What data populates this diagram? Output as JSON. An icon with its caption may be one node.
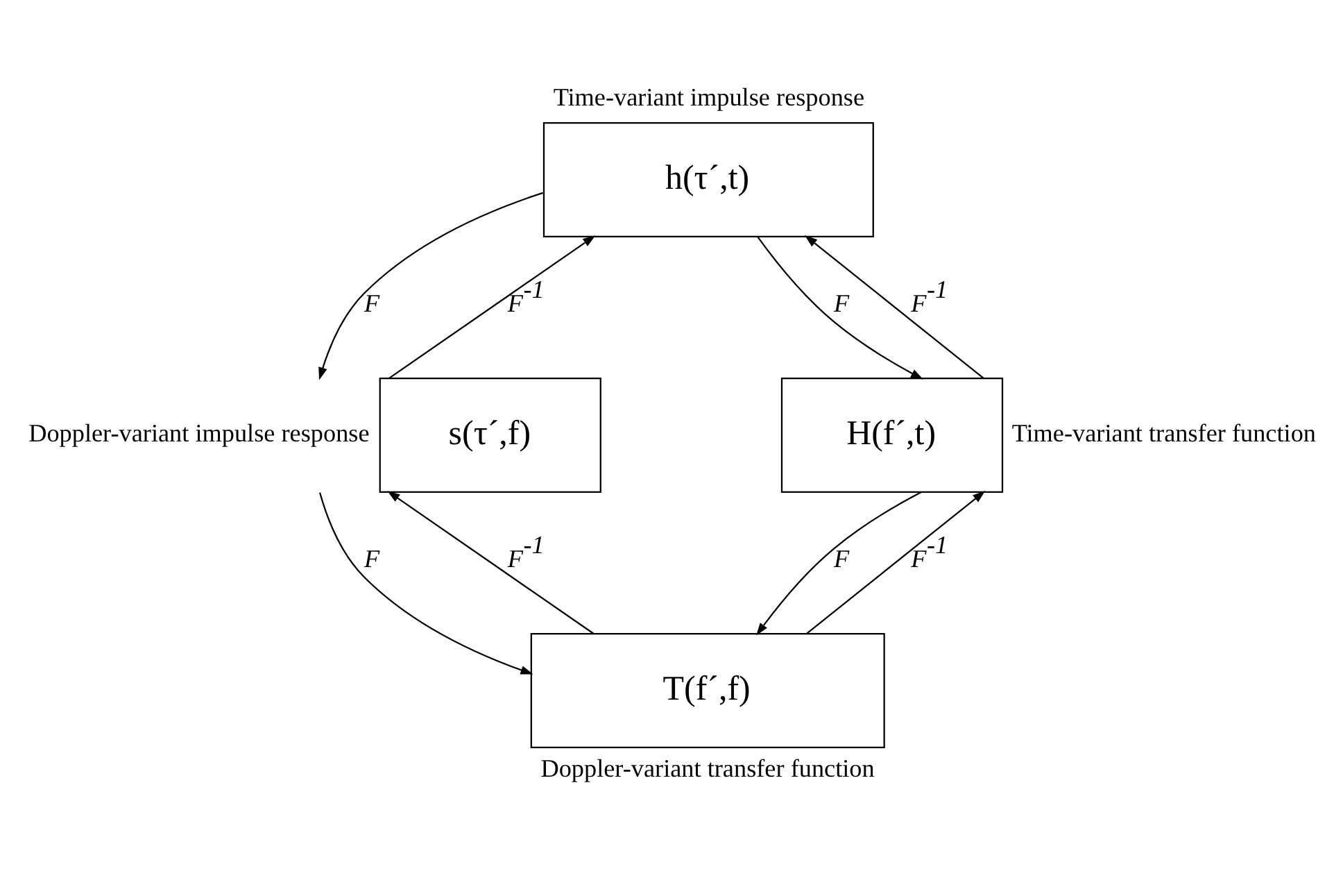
{
  "diagram": {
    "nodes": [
      {
        "text": [
          "h(τ´,t)"
        ],
        "beside": [
          "Time-variant impulse response"
        ]
      },
      {
        "text": [
          "s(τ´,f)"
        ],
        "beside": [
          "Doppler-variant impulse response"
        ]
      },
      {
        "text": [
          "H(f´,t)"
        ],
        "beside": [
          "Time-variant transfer function"
        ]
      },
      {
        "text": [
          "T(f´,f)"
        ],
        "beside": [
          "Doppler-variant transfer function"
        ]
      }
    ],
    "edges": [
      {
        "from": 0,
        "to": 1,
        "arrow": "to",
        "label": "F"
      },
      {
        "from": 1,
        "to": 0,
        "arrow": "to",
        "label": "F$^{-1}$"
      },
      {
        "from": 0,
        "to": 2,
        "arrow": "to",
        "label": "F"
      },
      {
        "from": 2,
        "to": 0,
        "arrow": "to",
        "label": "F$^{-1}$"
      },
      {
        "from": 1,
        "to": 3,
        "arrow": "to",
        "label": "F"
      },
      {
        "from": 3,
        "to": 1,
        "arrow": "to",
        "label": "F$^{-1}$"
      },
      {
        "from": 2,
        "to": 3,
        "arrow": "to",
        "label": "F"
      },
      {
        "from": 3,
        "to": 2,
        "arrow": "to",
        "label": "F$^{-1}$"
      }
    ]
  }
}
